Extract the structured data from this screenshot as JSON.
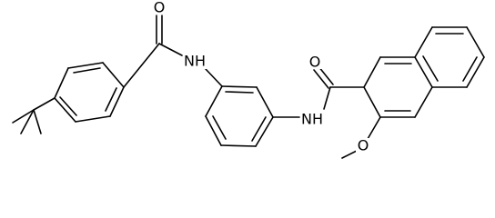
{
  "colors": {
    "bond": "#000000",
    "label": "#000000",
    "background": "#ffffff"
  },
  "atoms": {
    "o1": "O",
    "nh1": "NH",
    "nh2": "NH",
    "o2": "O",
    "o3": "O"
  }
}
